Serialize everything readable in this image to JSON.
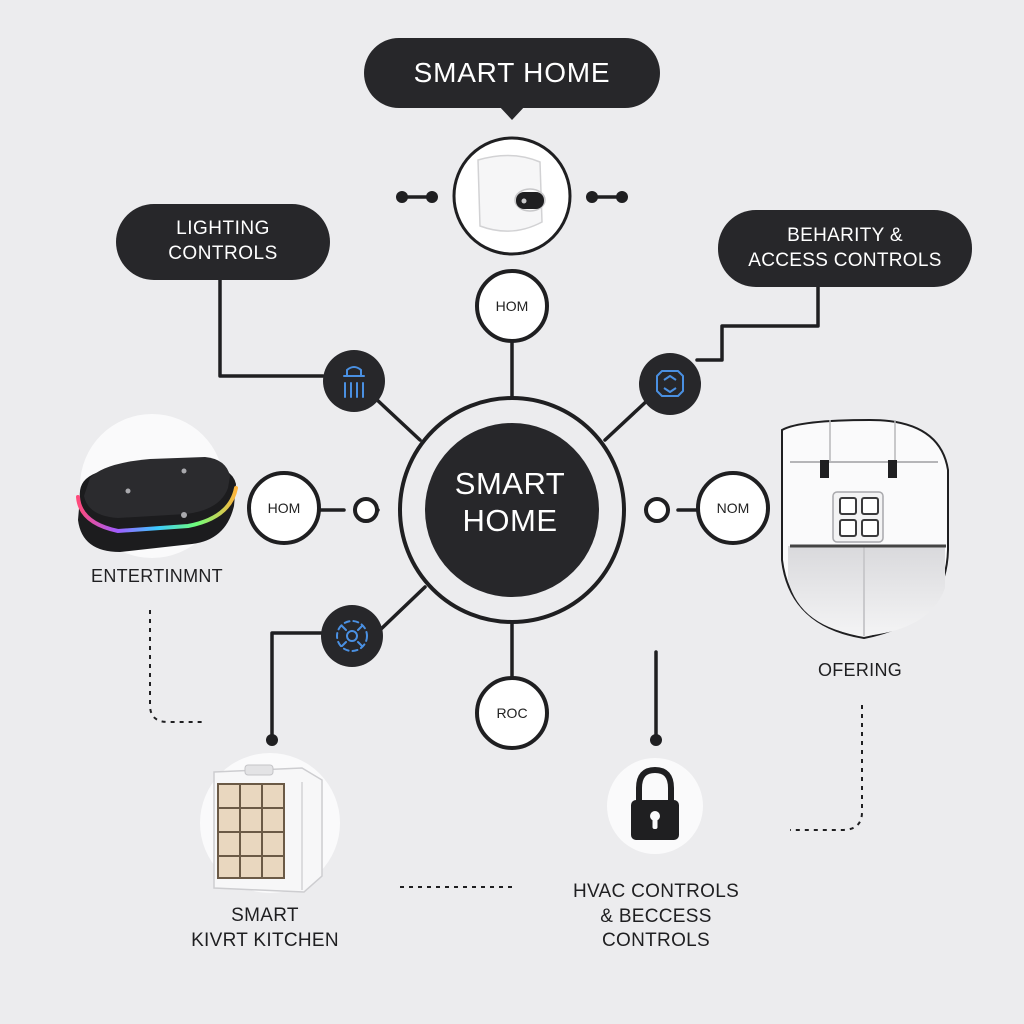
{
  "header": {
    "title": "SMART HOME"
  },
  "hub": {
    "line1": "SMART",
    "line2": "HOME"
  },
  "categories": {
    "lighting": {
      "line1": "LIGHTING",
      "line2": "CONTROLS"
    },
    "security": {
      "line1": "BEHARITY &",
      "line2": "ACCESS CONTROLS"
    },
    "entertainment": {
      "label": "ENTERTINMNT"
    },
    "offering": {
      "label": "OFERING"
    },
    "kitchen": {
      "line1": "SMART",
      "line2": "KIVRT KITCHEN"
    },
    "hvac": {
      "line1": "HVAC CONTROLS",
      "line2": "& BECCESS",
      "line3": "CONTROLS"
    }
  },
  "nodes": {
    "top": "HOM",
    "left": "HOM",
    "right": "NOM",
    "bottom": "ROC"
  },
  "icons": {
    "top_device": "smart-plug-icon",
    "upper_left": "smart-device-icon",
    "upper_right": "camera-icon",
    "lower_left": "gear-icon",
    "speaker": "smart-speaker-icon",
    "room": "room-icon",
    "kitchen": "kitchen-appliance-icon",
    "lock": "padlock-icon"
  },
  "colors": {
    "dark": "#27272a",
    "background": "#ececee",
    "icon_accent": "#4a90e2",
    "line": "#1f1f21"
  }
}
